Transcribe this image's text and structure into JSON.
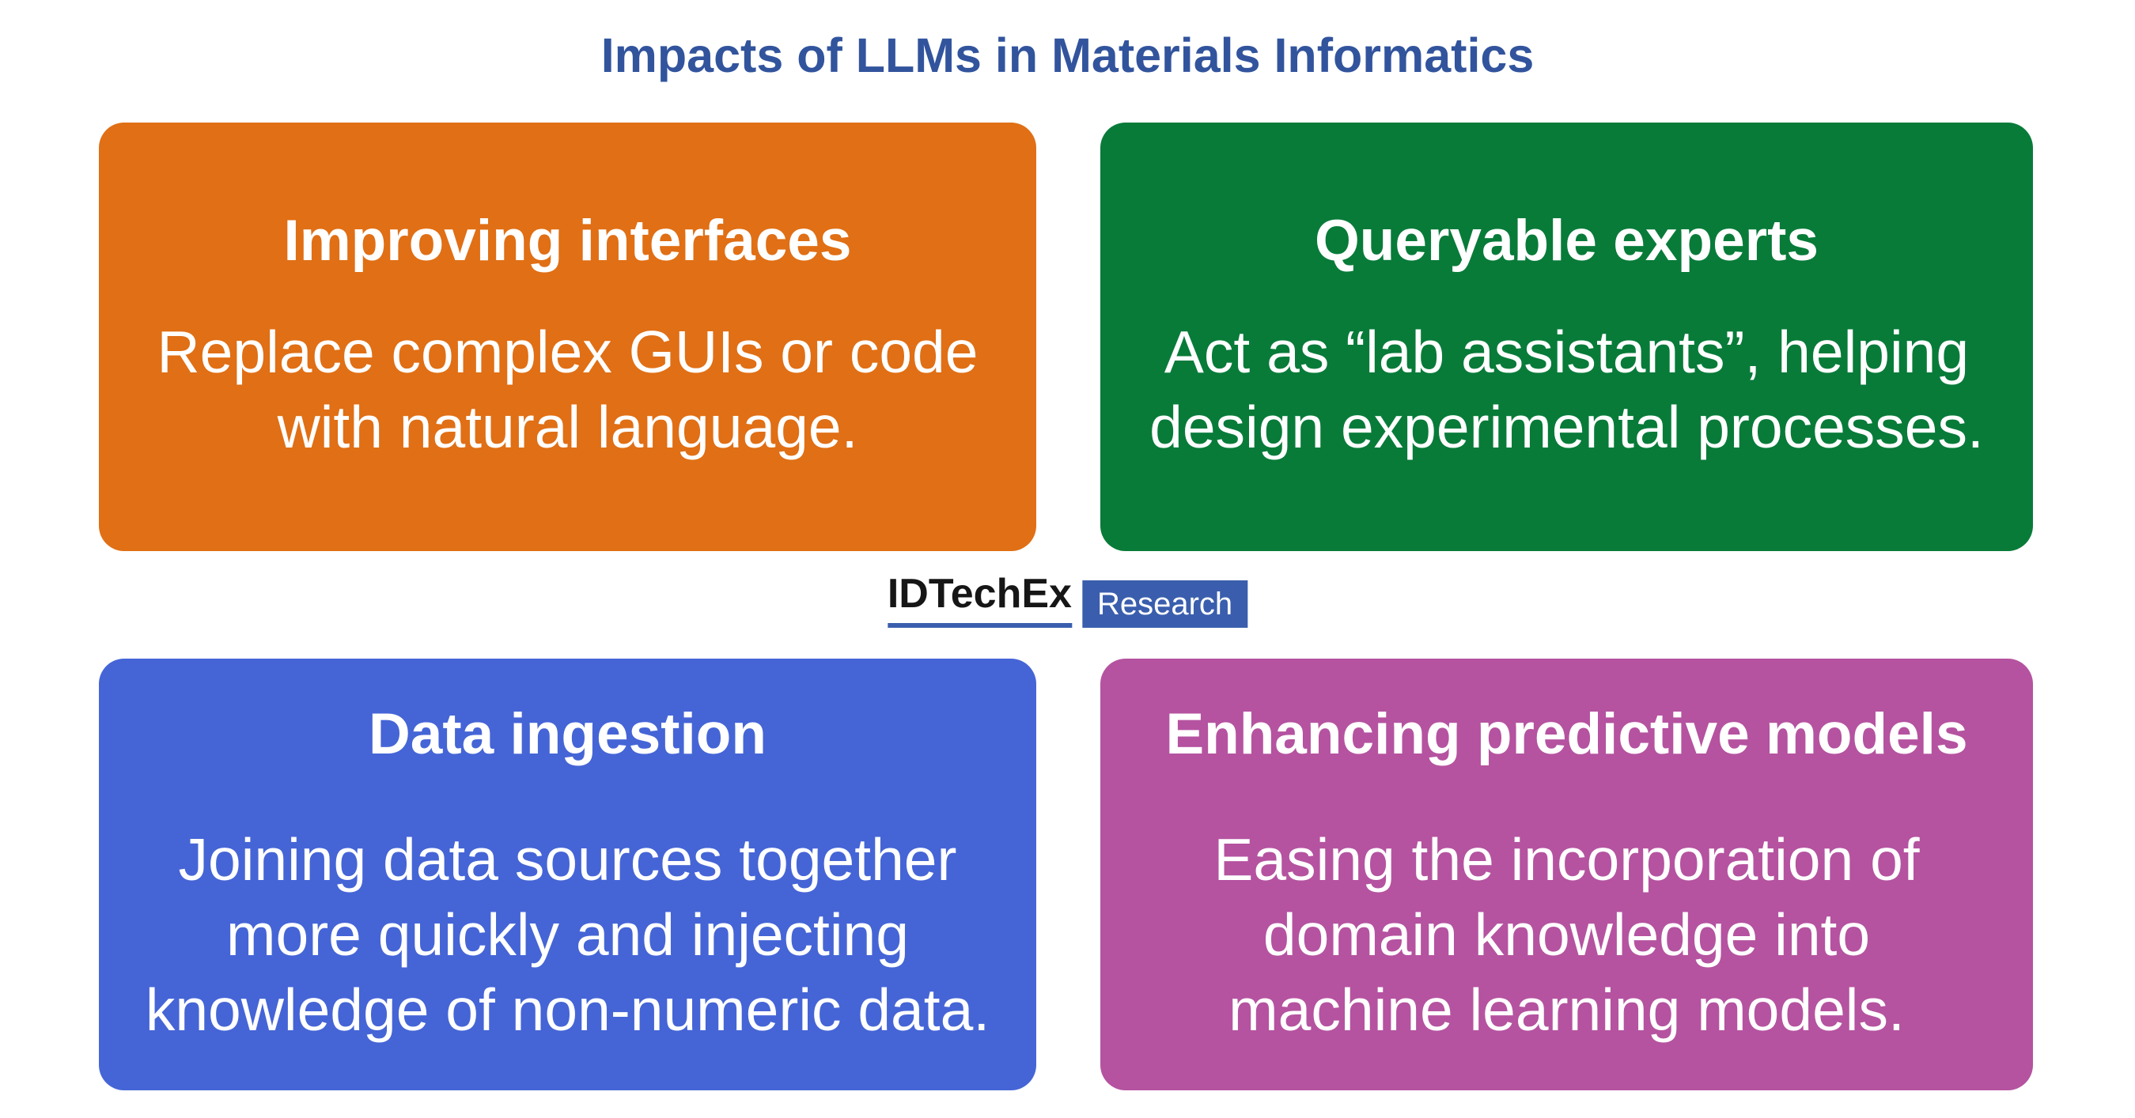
{
  "title": {
    "text": "Impacts of LLMs in Materials Informatics",
    "color": "#32549D"
  },
  "logo": {
    "wordmark": "IDTechEx",
    "wordmark_color": "#161616",
    "badge": "Research",
    "accent_color": "#3A5EAD",
    "badge_text_color": "#FFFFFF"
  },
  "boxes": [
    {
      "id": "improving-interfaces",
      "color": "#E06F15",
      "text_color": "#FFFFFF",
      "heading": "Improving interfaces",
      "body": "Replace complex GUIs or code\nwith natural language."
    },
    {
      "id": "queryable-experts",
      "color": "#087B39",
      "text_color": "#FFFFFF",
      "heading": "Queryable experts",
      "body": "Act as “lab assistants”, helping\ndesign experimental processes."
    },
    {
      "id": "data-ingestion",
      "color": "#4565D6",
      "text_color": "#FFFFFF",
      "heading": "Data ingestion",
      "body": "Joining data sources together\nmore quickly and injecting\nknowledge of non-numeric data."
    },
    {
      "id": "enhancing-predictive-models",
      "color": "#B553A0",
      "text_color": "#FFFFFF",
      "heading": "Enhancing predictive models",
      "body": "Easing the incorporation of\ndomain knowledge into\nmachine learning models."
    }
  ]
}
